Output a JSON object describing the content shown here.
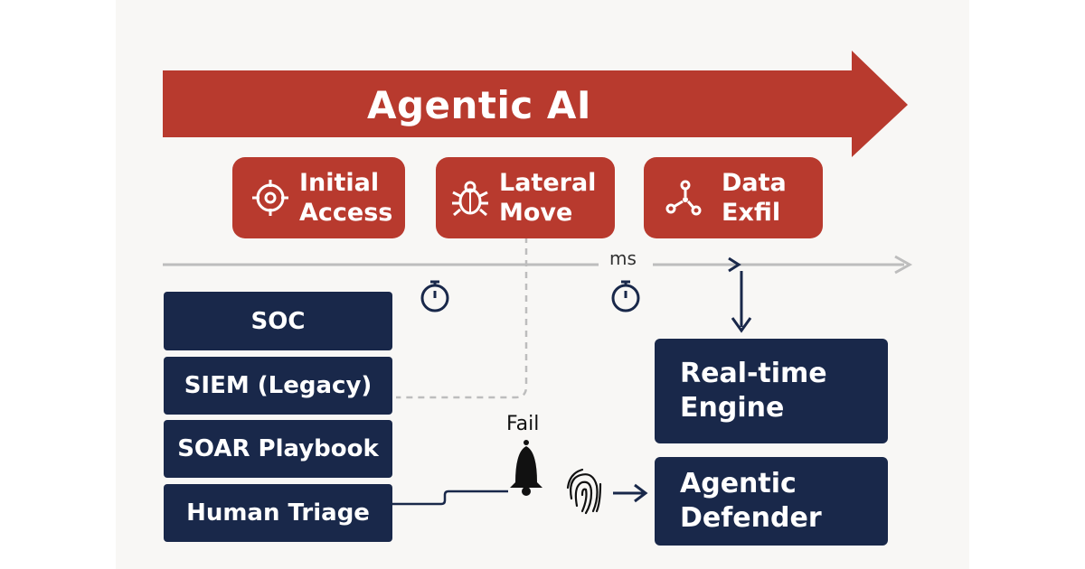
{
  "banner": {
    "label": "Agentic AI",
    "color": "#b83a2e"
  },
  "attack_stages": [
    {
      "line1": "Initial",
      "line2": "Access",
      "icon": "crosshair-icon"
    },
    {
      "line1": "Lateral",
      "line2": "Move",
      "icon": "bug-icon"
    },
    {
      "line1": "Data",
      "line2": "Exfil",
      "icon": "network-nodes-icon"
    }
  ],
  "timeline": {
    "unit_label": "ms",
    "icons": [
      "stopwatch-icon",
      "stopwatch-icon"
    ]
  },
  "legacy_stack": [
    {
      "label": "SOC"
    },
    {
      "label": "SIEM (Legacy)"
    },
    {
      "label": "SOAR Playbook"
    },
    {
      "label": "Human Triage"
    }
  ],
  "alert": {
    "label": "Fail",
    "icon": "bell-icon"
  },
  "fingerprint": {
    "icon": "fingerprint-icon"
  },
  "modern_stack": [
    {
      "line1": "Real-time",
      "line2": "Engine"
    },
    {
      "line1": "Agentic",
      "line2": "Defender"
    }
  ],
  "colors": {
    "attack_red": "#b83a2e",
    "defense_navy": "#19284a",
    "line_gray": "#b9b9b9",
    "background": "#f8f7f5"
  }
}
